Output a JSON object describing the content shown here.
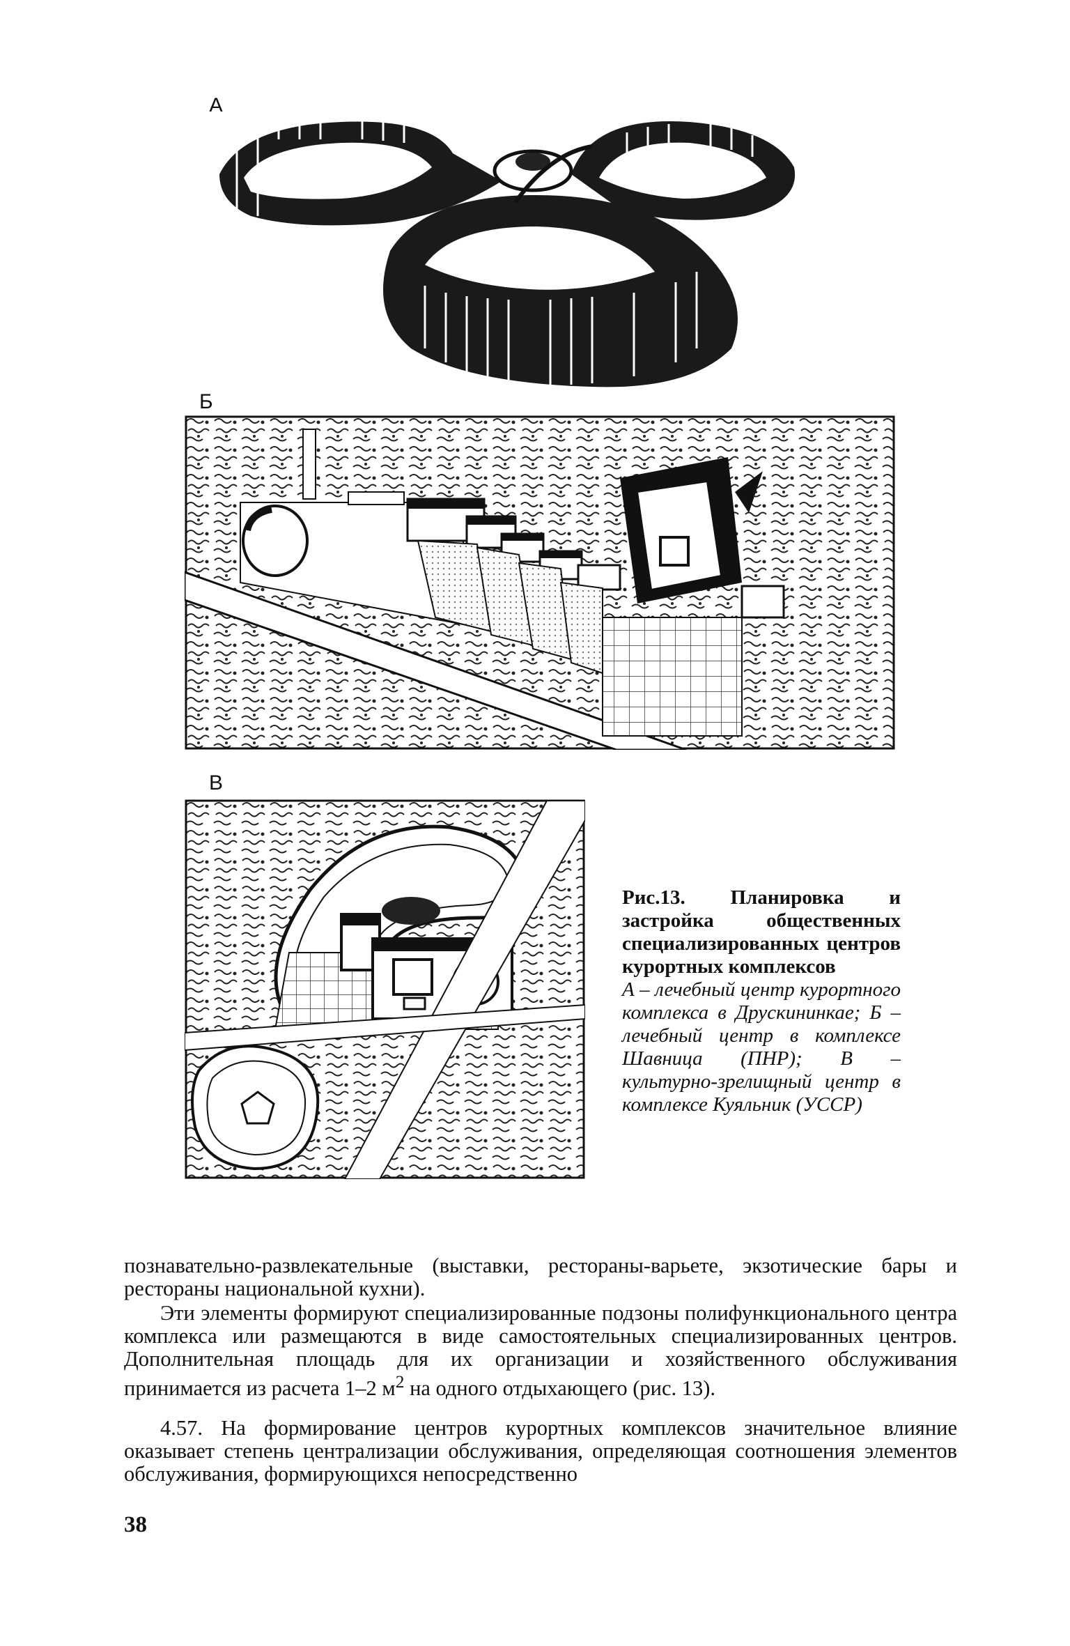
{
  "figures": {
    "a": {
      "label": "А"
    },
    "b": {
      "label": "Б"
    },
    "v": {
      "label": "В"
    }
  },
  "caption": {
    "title": "Рис.13. Планировка и застройка общественных специализированных центров курортных комплексов",
    "description": "А – лечебный центр курортного комплекса в Друскининкае; Б – лечебный центр в комплексе Шавница (ПНР); В – культурно-зрелищный центр в комплексе Куяльник (УССР)"
  },
  "paragraphs": {
    "p1": "познавательно-развлекательные (выставки, рестораны-варьете, экзотические бары и рестораны национальной кухни).",
    "p2_before": "Эти элементы формируют специализированные подзоны полифункционального центра комплекса или размещаются в виде самостоятельных специализированных центров. Дополнительная площадь для их организации и хозяйственного обслуживания принимается из расчета 1–2 м",
    "p2_sup": "2",
    "p2_after": " на одного отдыхающего (рис. 13).",
    "p3": "4.57. На формирование центров курортных комплексов значительное влияние оказывает степень централизации обслуживания, определяющая соотношения элементов обслуживания, формирующихся непосредственно"
  },
  "page_number": "38"
}
